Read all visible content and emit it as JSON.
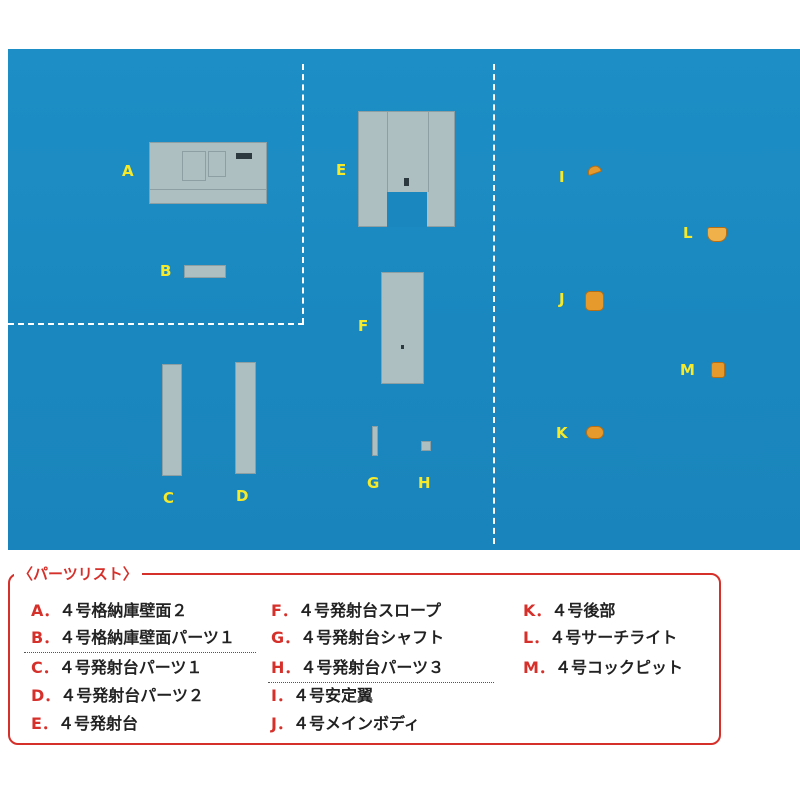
{
  "photo": {
    "labels": {
      "A": "A",
      "B": "B",
      "C": "C",
      "D": "D",
      "E": "E",
      "F": "F",
      "G": "G",
      "H": "H",
      "I": "I",
      "J": "J",
      "K": "K",
      "L": "L",
      "M": "M"
    },
    "colors": {
      "background": "#1a88bf",
      "label": "#f6ea2b",
      "part_gray": "#aebfc2",
      "part_orange": "#e79a2c"
    }
  },
  "parts_list": {
    "title": "〈パーツリスト〉",
    "accent": "#d6302b",
    "items": [
      {
        "key": "A．",
        "name": "４号格納庫壁面２"
      },
      {
        "key": "B．",
        "name": "４号格納庫壁面パーツ１"
      },
      {
        "key": "C．",
        "name": "４号発射台パーツ１"
      },
      {
        "key": "D．",
        "name": "４号発射台パーツ２"
      },
      {
        "key": "E．",
        "name": "４号発射台"
      },
      {
        "key": "F．",
        "name": "４号発射台スロープ"
      },
      {
        "key": "G．",
        "name": "４号発射台シャフト"
      },
      {
        "key": "H．",
        "name": "４号発射台パーツ３"
      },
      {
        "key": "I．",
        "name": "４号安定翼"
      },
      {
        "key": "J．",
        "name": "４号メインボディ"
      },
      {
        "key": "K．",
        "name": "４号後部"
      },
      {
        "key": "L．",
        "name": "４号サーチライト"
      },
      {
        "key": "M．",
        "name": "４号コックピット"
      }
    ]
  }
}
